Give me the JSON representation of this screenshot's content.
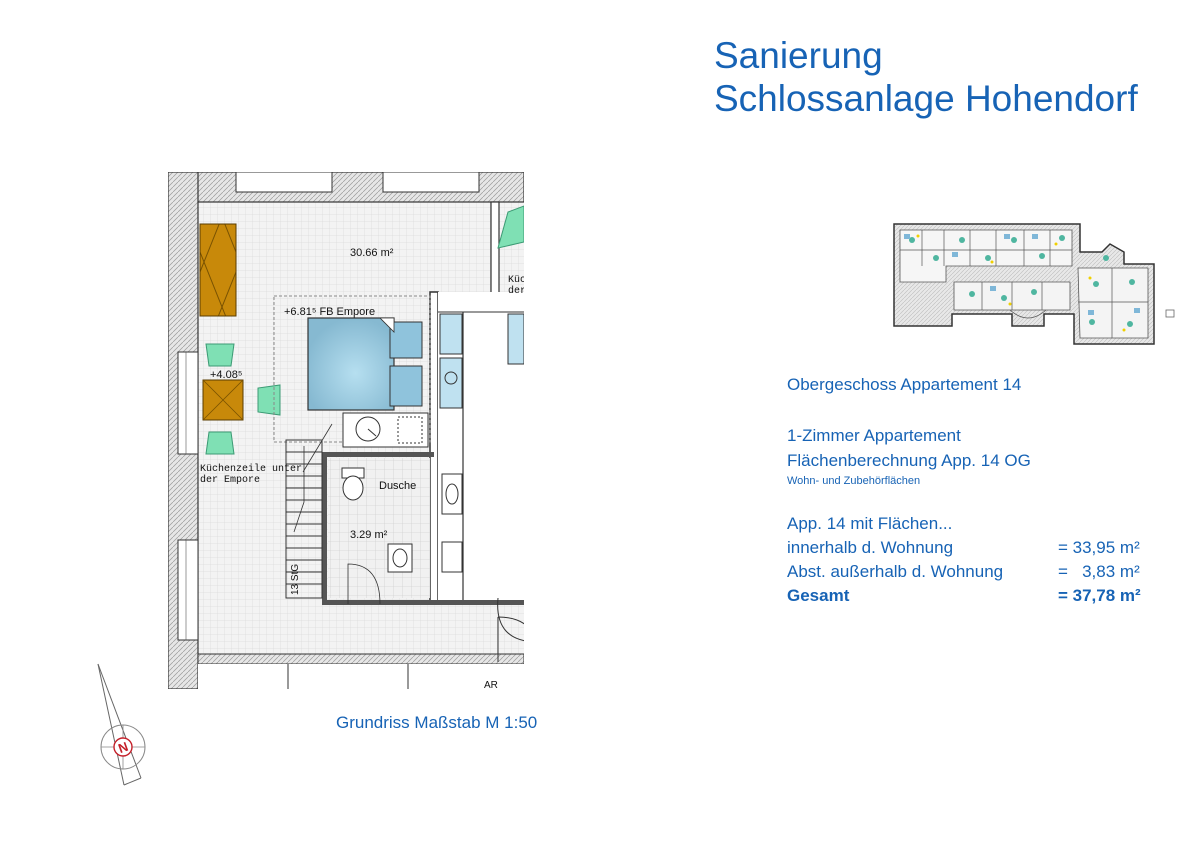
{
  "title": {
    "line1": "Sanierung",
    "line2": "Schlossanlage Hohendorf"
  },
  "info": {
    "floor": "Obergeschoss Appartement 14",
    "type": "1-Zimmer Appartement",
    "calc": "Flächenberechnung App. 14 OG",
    "subnote": "Wohn- und Zubehörflächen",
    "intro": "App. 14 mit Flächen..."
  },
  "areas": [
    {
      "label": "innerhalb d. Wohnung",
      "value": "= 33,95 m²"
    },
    {
      "label": "Abst. außerhalb d. Wohnung",
      "value": "=   3,83 m²"
    },
    {
      "label": "Gesamt",
      "value": "= 37,78 m²"
    }
  ],
  "plan": {
    "main_area": "30.66 m²",
    "empore": "+6.81⁵ FB Empore",
    "level": "+4.08⁵",
    "kitchen_line1": "Küchenzeile unter",
    "kitchen_line2": "der Empore",
    "edge_line1": "Küc",
    "edge_line2": "der",
    "shower": "Dusche",
    "bath_area": "3.29 m²",
    "stair_label": "13 StG",
    "room_code": "AR"
  },
  "compass": {
    "north": "N"
  },
  "caption": "Grundriss Maßstab M 1:50",
  "colors": {
    "accent_blue": "#1763b5",
    "furniture_orange": "#c8890a",
    "chair_green": "#7fe0b4",
    "bed_blue": "#8fc3dc"
  }
}
